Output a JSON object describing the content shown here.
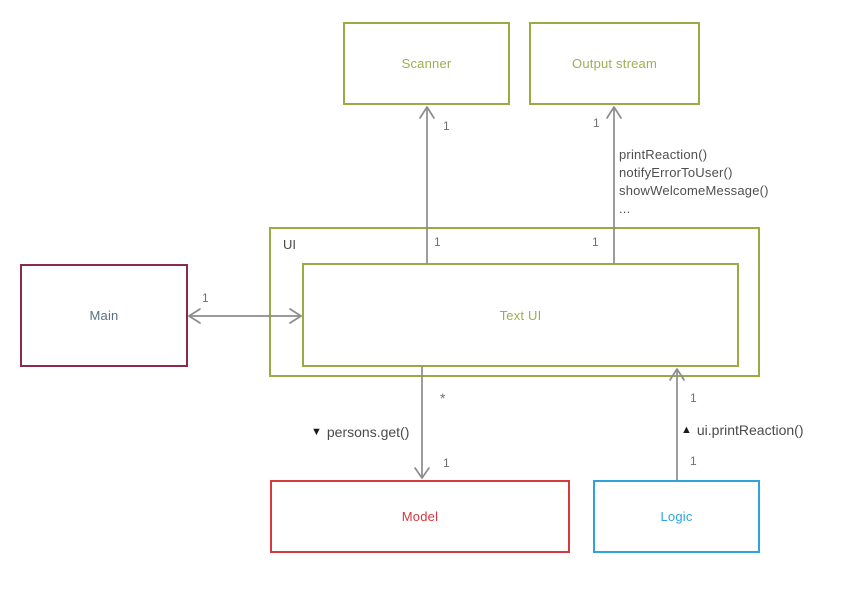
{
  "boxes": {
    "scanner": "Scanner",
    "output_stream": "Output stream",
    "ui": "UI",
    "text_ui": "Text UI",
    "main": "Main",
    "model": "Model",
    "logic": "Logic"
  },
  "multiplicities": {
    "scanner_upper": "1",
    "scanner_lower": "1",
    "output_upper": "1",
    "output_lower": "1",
    "main_one": "1",
    "model_many": "*",
    "model_one": "1",
    "logic_upper": "1",
    "logic_lower": "1"
  },
  "annotations": {
    "methods": [
      "printReaction()",
      "notifyErrorToUser()",
      "showWelcomeMessage()",
      "..."
    ],
    "down_triangle": "▼",
    "persons_get": "persons.get()",
    "up_triangle": "▲",
    "ui_print_reaction": "ui.printReaction()"
  },
  "colors": {
    "olive_border": "#9aab42",
    "olive_text": "#a0ae52",
    "maroon_border": "#8a2b4a",
    "red_border": "#d8393f",
    "blue_border": "#2fa3dc",
    "main_text": "#5a7087",
    "model_text": "#d4373d",
    "logic_text": "#2fa3dc",
    "connector_gray": "#8c8c8c",
    "annotation_gray": "#4f4f4f",
    "multiplicity_gray": "#707070"
  }
}
